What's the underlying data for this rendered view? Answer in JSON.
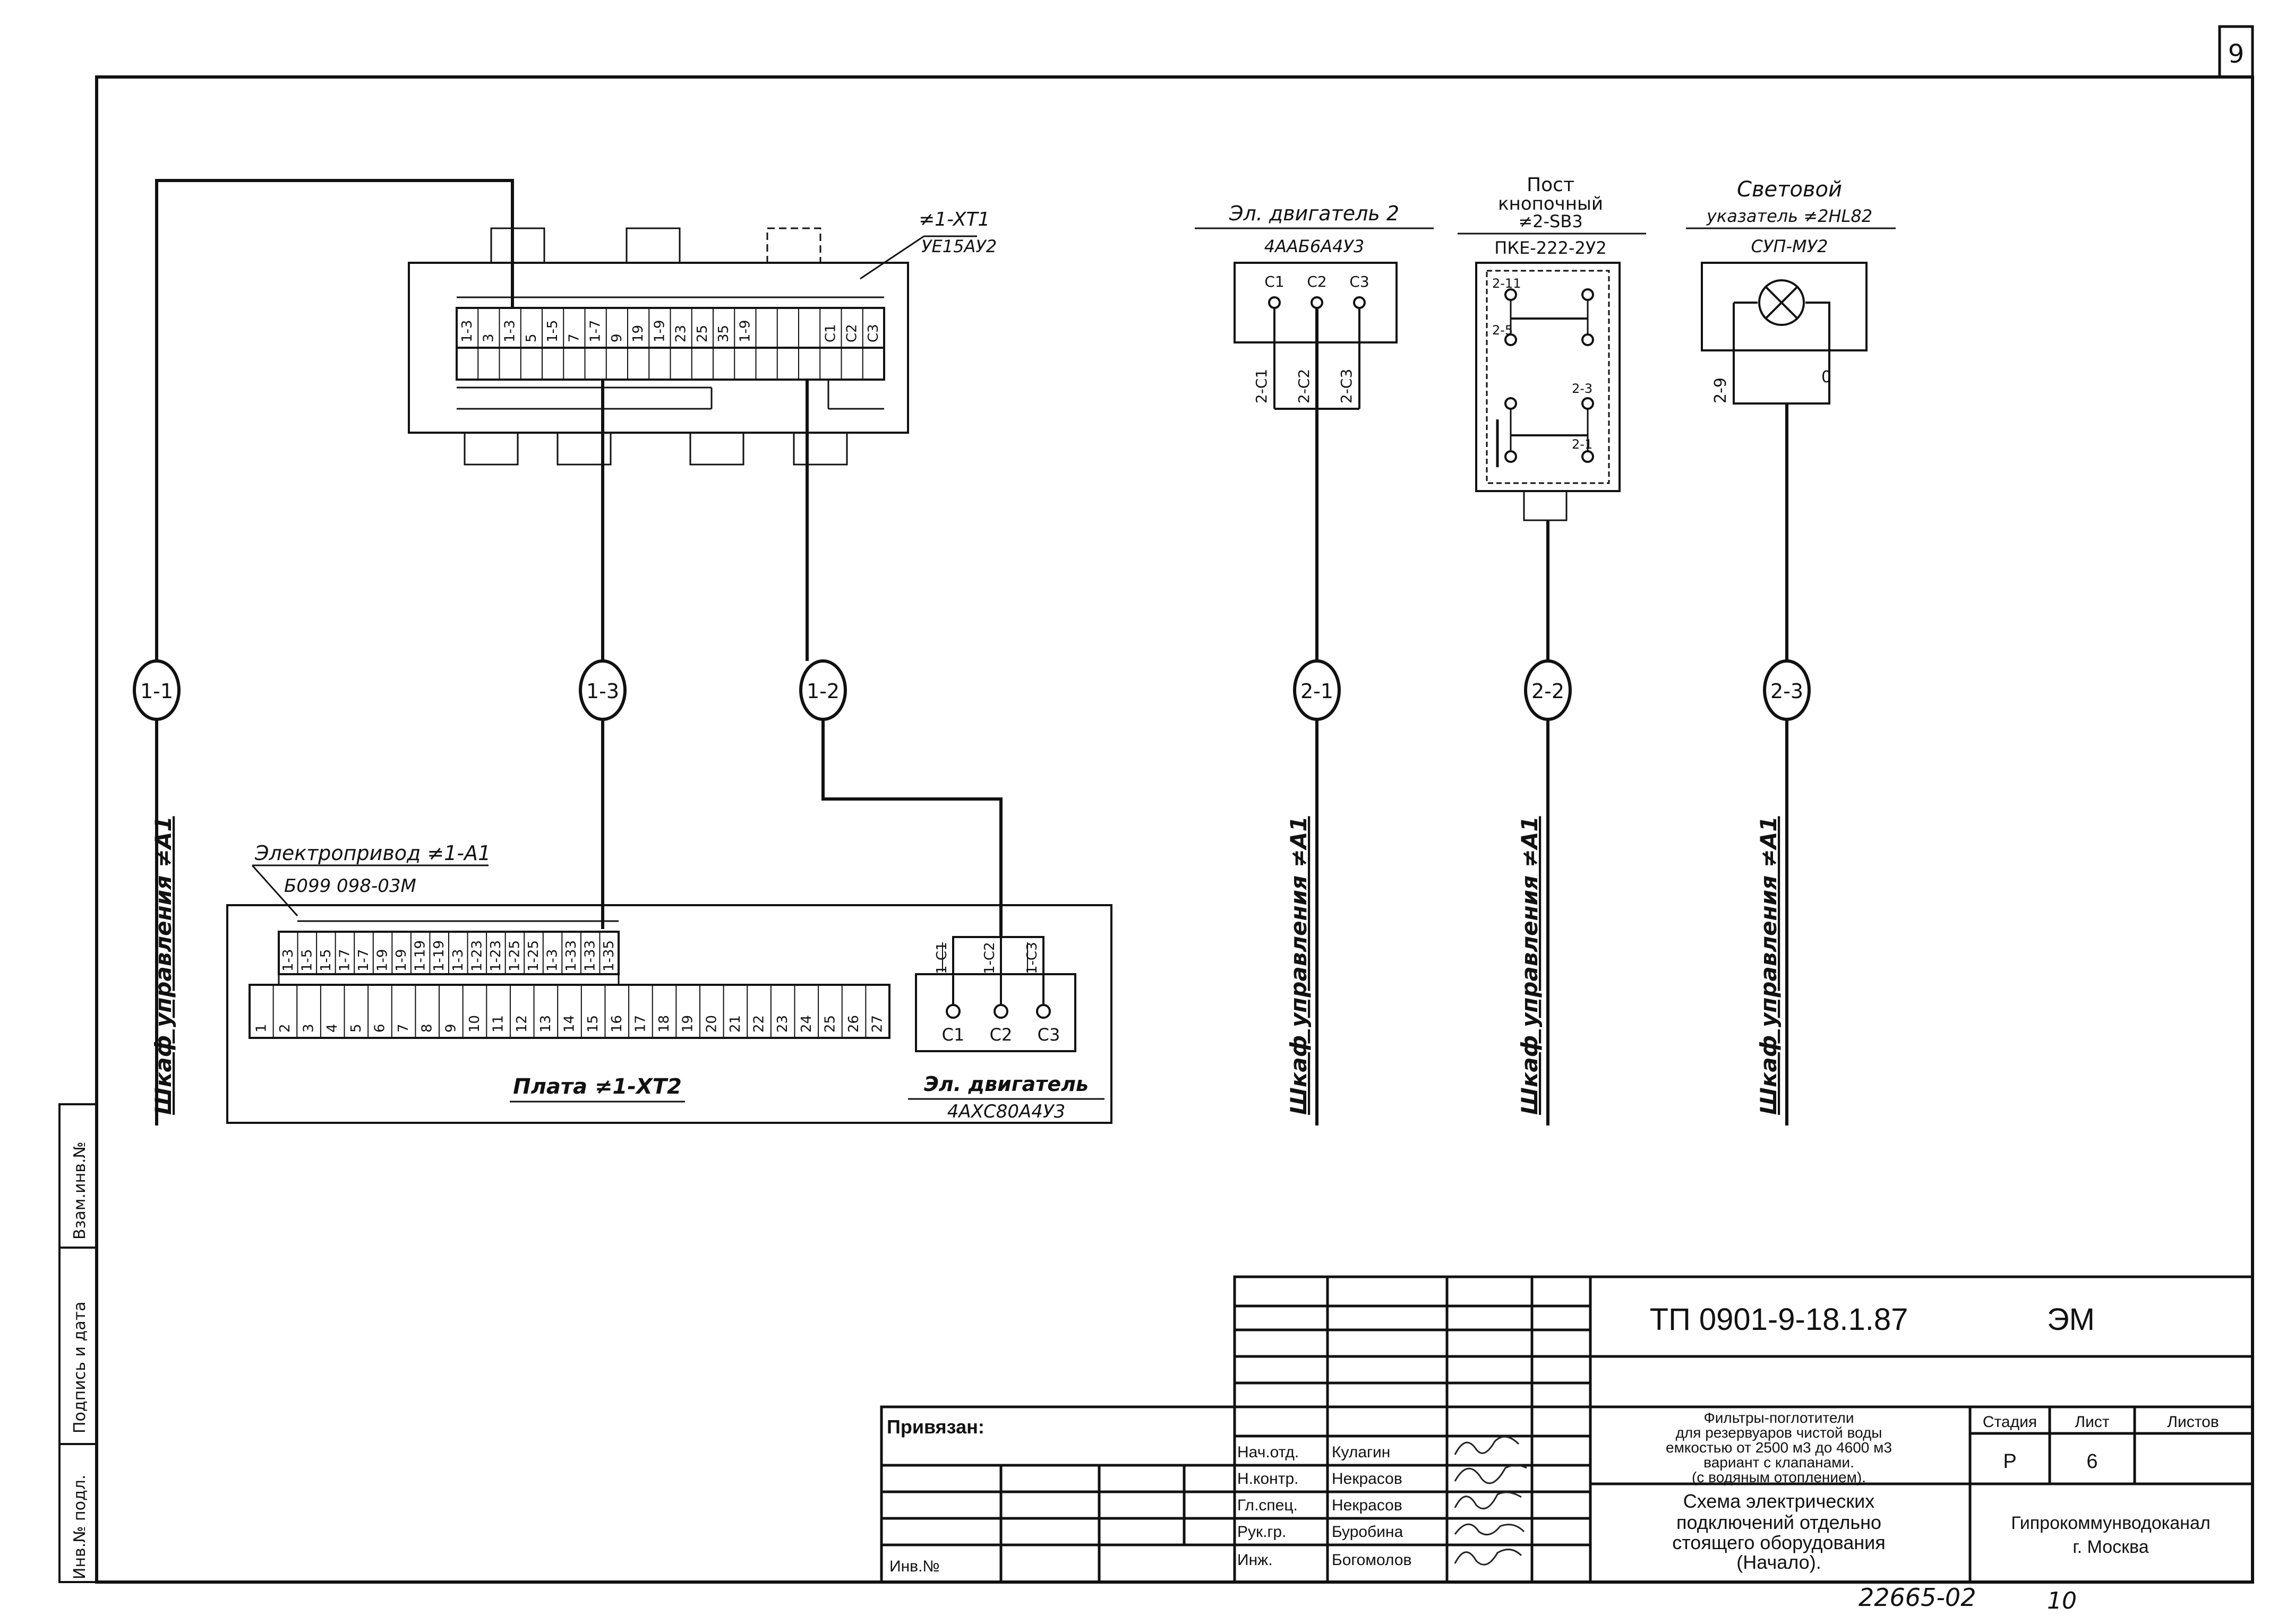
{
  "sheet_corner": "9",
  "left_margin": {
    "col1": "Инв.№ подл.",
    "col2": "Подпись и дата",
    "col3": "Взам.инв.№"
  },
  "left_unit": {
    "terminal_block_ref": "≠1-XT1",
    "terminal_block_model": "УЕ15АУ2",
    "xt1_top_labels": [
      "1-3",
      "3",
      "1-3",
      "5",
      "1-5",
      "7",
      "1-7",
      "9",
      "19",
      "1-9",
      "23",
      "25",
      "35",
      "1-9",
      "",
      "",
      "",
      "С1",
      "С2",
      "С3"
    ],
    "xt1_bottom_labels": [
      "",
      "",
      "",
      "",
      "",
      "",
      "",
      "",
      "",
      "",
      "",
      "",
      "",
      "",
      "",
      "",
      "",
      "",
      "",
      ""
    ],
    "actuator_label": "Электропривод ≠1-А1",
    "actuator_model": "Б099 098-03М",
    "plate_label": "Плата ≠1-XT2",
    "plate_top_labels": [
      "1-3",
      "1-5",
      "1-5",
      "1-7",
      "1-7",
      "1-9",
      "1-9",
      "1-19",
      "1-19",
      "1-3",
      "1-23",
      "1-23",
      "1-25",
      "1-25",
      "1-3",
      "1-33",
      "1-33",
      "1-35"
    ],
    "plate_bottom_labels": [
      "1",
      "2",
      "3",
      "4",
      "5",
      "6",
      "7",
      "8",
      "9",
      "10",
      "11",
      "12",
      "13",
      "14",
      "15",
      "16",
      "17",
      "18",
      "19",
      "20",
      "21",
      "22",
      "23",
      "24",
      "25",
      "26",
      "27"
    ],
    "motor1_label": "Эл. двигатель",
    "motor1_model": "4АХС80А4У3",
    "motor1_wires": [
      "1-С1",
      "1-С2",
      "1-С3"
    ],
    "motor1_terminals": [
      "С1",
      "С2",
      "С3"
    ]
  },
  "cable_nodes": {
    "n11": "1-1",
    "n13": "1-3",
    "n12": "1-2",
    "n21": "2-1",
    "n22": "2-2",
    "n23": "2-3"
  },
  "vertical_labels": {
    "v1": "Шкаф управления ≠А1",
    "v2": "Шкаф управления ≠А1",
    "v3": "Шкаф управления ≠А1",
    "v4": "Шкаф управления ≠А1"
  },
  "right_units": {
    "motor2_title": "Эл. двигатель 2",
    "motor2_model": "4ААБ6А4У3",
    "motor2_terminals": [
      "С1",
      "С2",
      "С3"
    ],
    "motor2_wires": [
      "2-С1",
      "2-С2",
      "2-С3"
    ],
    "post_title1": "Пост",
    "post_title2": "кнопочный",
    "post_ref": "≠2-SB3",
    "post_model": "ПКЕ-222-2У2",
    "post_wires": [
      "2-11",
      "2-5",
      "2-3",
      "2-1"
    ],
    "lamp_title1": "Световой",
    "lamp_title2": "указатель ≠2HL82",
    "lamp_model": "СУП-МУ2",
    "lamp_wire": "2-9",
    "lamp_zero": "0"
  },
  "title_block": {
    "doc_code": "ТП 0901-9-18.1.87",
    "doc_type": "ЭМ",
    "project_desc_lines": [
      "Фильтры-поглотители",
      "для резервуаров чистой воды",
      "емкостью от 2500 м3 до 4600 м3",
      "вариант с клапанами.",
      "(с водяным отоплением)."
    ],
    "sheet_desc_lines": [
      "Схема электрических",
      "подключений отдельно",
      "стоящего оборудования",
      "(Начало)."
    ],
    "stage_header": "Стадия",
    "sheet_header": "Лист",
    "sheets_header": "Листов",
    "stage_value": "Р",
    "sheet_value": "6",
    "org_line1": "Гипрокоммунводоканал",
    "org_line2": "г. Москва",
    "privyazan": "Привязан:",
    "inv_no": "Инв.№",
    "roles": [
      "Нач.отд.",
      "Н.контр.",
      "Гл.спец.",
      "Рук.гр.",
      "Инж."
    ],
    "names": [
      "Кулагин",
      "Некрасов",
      "Некрасов",
      "Буробина",
      "Богомолов"
    ],
    "footer_code": "22665-02",
    "footer_num": "10"
  }
}
